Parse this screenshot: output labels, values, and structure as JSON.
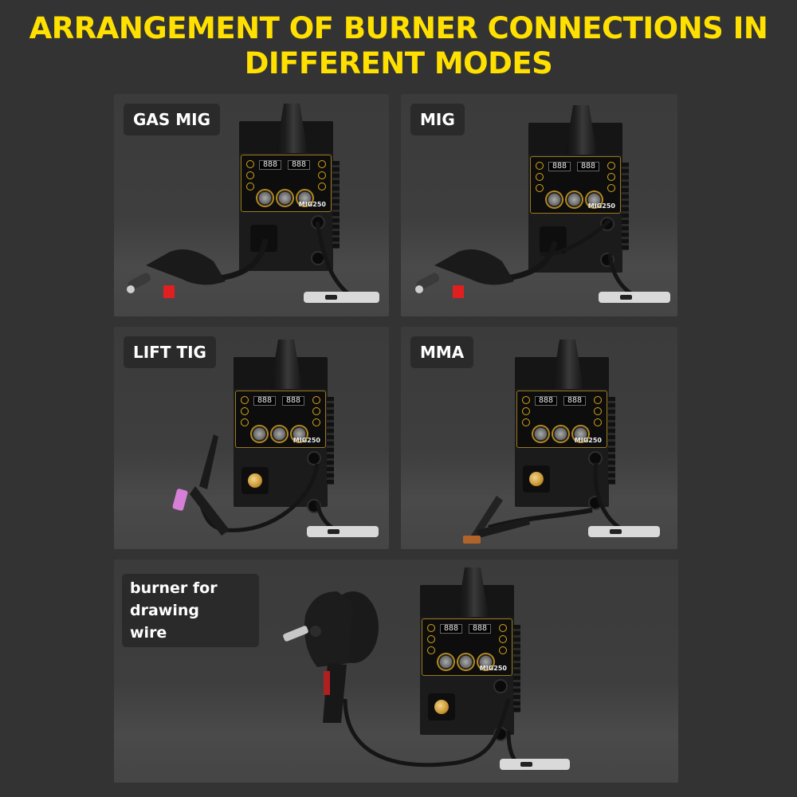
{
  "title": {
    "line1": "ARRANGEMENT OF BURNER CONNECTIONS IN",
    "line2": "DIFFERENT MODES",
    "color": "#ffe000"
  },
  "panels": [
    {
      "label": "GAS MIG",
      "torch": "mig-gun"
    },
    {
      "label": "MIG",
      "torch": "mig-gun"
    },
    {
      "label": "LIFT TIG",
      "torch": "tig-torch"
    },
    {
      "label": "MMA",
      "torch": "electrode-holder"
    },
    {
      "label_lines": [
        "burner for",
        "drawing",
        "wire"
      ],
      "torch": "spool-gun"
    }
  ],
  "machine": {
    "model": "MIG250",
    "display_left": "888",
    "display_right": "888"
  },
  "colors": {
    "background": "#333333",
    "panel": "#3e3e3e",
    "label_bg": "#2a2a2a",
    "accent_gold": "#b58a1e"
  }
}
